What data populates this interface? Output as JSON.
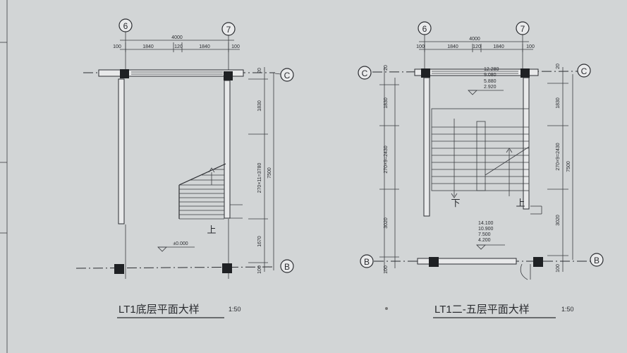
{
  "left_plan": {
    "grid_top": [
      "6",
      "7"
    ],
    "grid_side_top": "C",
    "grid_side_bottom": "B",
    "dim_overall": "4000",
    "dim_parts": [
      "100",
      "1840",
      "120",
      "1840",
      "100"
    ],
    "vert_dims": [
      "20",
      "1830",
      "270×11=3780",
      "7500",
      "1670",
      "100"
    ],
    "up_label": "上",
    "elevation": "±0.000",
    "title": "LT1底层平面大样",
    "scale": "1:50"
  },
  "right_plan": {
    "grid_top": [
      "6",
      "7"
    ],
    "grid_side_top_left": "C",
    "grid_side_top_right": "C",
    "grid_side_bottom_left": "B",
    "grid_side_bottom_right": "B",
    "dim_overall": "4000",
    "dim_parts": [
      "100",
      "1840",
      "120",
      "1840",
      "100"
    ],
    "left_vert_dims": [
      "20",
      "1830",
      "270×9=2430",
      "3020",
      "100"
    ],
    "right_vert_dims": [
      "20",
      "1830",
      "270×9=2430",
      "7500",
      "3020",
      "100"
    ],
    "top_elevations": [
      "12.280",
      "9.080",
      "5.880",
      "2.920"
    ],
    "down_label": "下",
    "up_label": "上",
    "landing_elevations": [
      "14.100",
      "10.900",
      "7.500",
      "4.200"
    ],
    "title": "LT1二-五层平面大样",
    "scale": "1:50"
  }
}
